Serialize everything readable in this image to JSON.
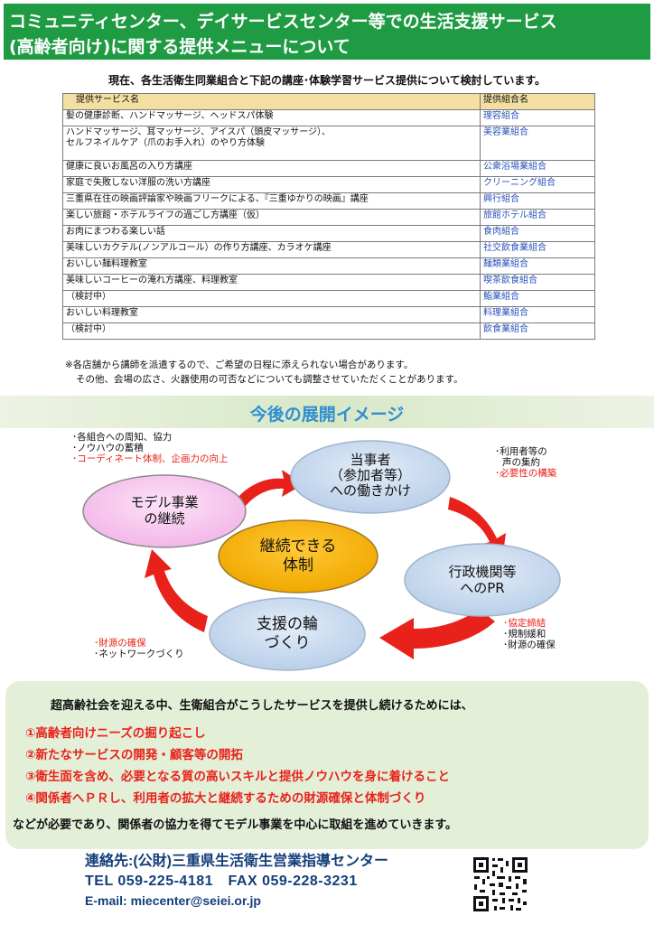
{
  "header": {
    "line1": "コミュニティセンター、デイサービスセンター等での生活支援サービス",
    "line2": "(高齢者向け)に関する提供メニューについて"
  },
  "intro": "現在、各生活衛生同業組合と下記の講座･体験学習サービス提供について検討しています。",
  "table": {
    "headers": [
      "提供サービス名",
      "提供組合名"
    ],
    "rows": [
      {
        "service": "髪の健康診断、ハンドマッサージ、ヘッドスパ体験",
        "union": "理容組合"
      },
      {
        "service": "ハンドマッサージ、耳マッサージ、アイスパ（頭皮マッサージ）、\nセルフネイルケア（爪のお手入れ）のやり方体験",
        "union": "美容業組合"
      },
      {
        "service": "健康に良いお風呂の入り方講座",
        "union": "公衆浴場業組合"
      },
      {
        "service": "家庭で失敗しない洋服の洗い方講座",
        "union": "クリーニング組合"
      },
      {
        "service": "三重県在住の映画評論家や映画フリークによる、『三重ゆかりの映画』講座",
        "union": "興行組合"
      },
      {
        "service": "楽しい旅館・ホテルライフの過ごし方講座（仮）",
        "union": "旅館ホテル組合"
      },
      {
        "service": "お肉にまつわる楽しい話",
        "union": "食肉組合"
      },
      {
        "service": "美味しいカクテル(ノンアルコール）の作り方講座、カラオケ講座",
        "union": "社交飲食業組合"
      },
      {
        "service": "おいしい麺料理教室",
        "union": "麺類業組合"
      },
      {
        "service": "美味しいコーヒーの淹れ方講座、料理教室",
        "union": "喫茶飲食組合"
      },
      {
        "service": "（検討中）",
        "union": "鮨業組合"
      },
      {
        "service": "おいしい料理教室",
        "union": "料理業組合"
      },
      {
        "service": "（検討中）",
        "union": "飲食業組合"
      }
    ]
  },
  "notes": {
    "line1": "※各店舗から講師を派遣するので、ご希望の日程に添えられない場合があります。",
    "line2": "その他、会場の広さ、火器使用の可否などについても調整させていただくことがあります。"
  },
  "section_title": "今後の展開イメージ",
  "diagram": {
    "top_left_notes": [
      "･各組合への周知、協力",
      "･ノウハウの蓄積",
      "･コーディネート体制、企画力の向上"
    ],
    "top_right_notes": [
      "･利用者等の",
      "声の集約",
      "･必要性の構築"
    ],
    "bottom_right_notes": [
      "･協定締結",
      "･規制緩和",
      "･財源の確保"
    ],
    "bottom_left_notes": [
      "･財源の確保",
      "･ネットワークづくり"
    ],
    "node_model": [
      "モデル事業",
      "の継続"
    ],
    "node_stakeholder": [
      "当事者",
      "（参加者等）",
      "への働きかけ"
    ],
    "node_center": [
      "継続できる",
      "体制"
    ],
    "node_admin": [
      "行政機関等",
      "へのPR"
    ],
    "node_support": [
      "支援の輪",
      "づくり"
    ],
    "colors": {
      "pink": "#f7c6ef",
      "blue": "#c5d8ee",
      "orange": "#f4b000",
      "arrow": "#e8221b"
    }
  },
  "summary": {
    "lead": "超高齢社会を迎える中、生衛組合がこうしたサービスを提供し続けるためには、",
    "points": [
      "①高齢者向けニーズの掘り起こし",
      "②新たなサービスの開発・顧客等の開拓",
      "③衛生面を含め、必要となる質の高いスキルと提供ノウハウを身に着けること",
      "④関係者へＰＲし、利用者の拡大と継続するための財源確保と体制づくり"
    ],
    "closing": "などが必要であり、関係者の協力を得てモデル事業を中心に取組を進めていきます。"
  },
  "contact": {
    "org": "連絡先:(公財)三重県生活衛生営業指導センター",
    "phone": "TEL 059-225-4181　FAX 059-228-3231",
    "email": "E-mail: miecenter@seiei.or.jp"
  }
}
